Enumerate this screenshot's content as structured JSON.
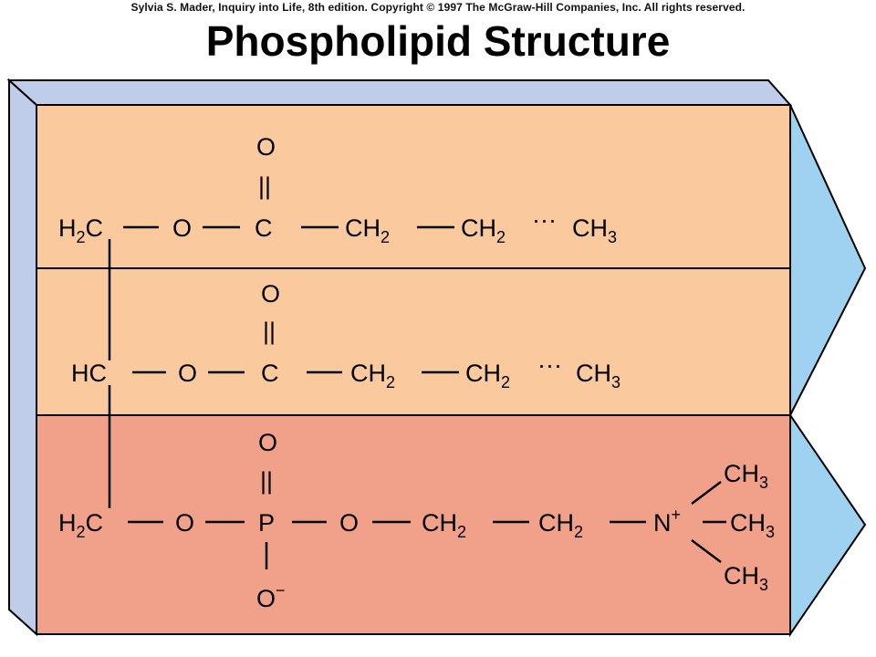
{
  "header": {
    "credit": "Sylvia S. Mader, Inquiry into Life, 8th edition. Copyright © 1997 The McGraw-Hill Companies, Inc. All rights reserved.",
    "title": "Phospholipid Structure"
  },
  "colors": {
    "fatty_acid_band": "#fac99e",
    "phosphate_band": "#f1a189",
    "block_side": "#bfcdeb",
    "arrow_face": "#9fd2f0"
  },
  "row1": {
    "backbone": {
      "main": "H",
      "sub": "2",
      "tail": "C"
    },
    "ester_o": "O",
    "carbonyl_c": "C",
    "carbonyl_o": "O",
    "double_bond": "||",
    "ch2_a": {
      "main": "CH",
      "sub": "2"
    },
    "ch2_b": {
      "main": "CH",
      "sub": "2"
    },
    "ellipsis": "···",
    "ch3": {
      "main": "CH",
      "sub": "3"
    }
  },
  "row2": {
    "backbone": "HC",
    "ester_o": "O",
    "carbonyl_c": "C",
    "carbonyl_o": "O",
    "double_bond": "||",
    "ch2_a": {
      "main": "CH",
      "sub": "2"
    },
    "ch2_b": {
      "main": "CH",
      "sub": "2"
    },
    "ellipsis": "···",
    "ch3": {
      "main": "CH",
      "sub": "3"
    }
  },
  "row3": {
    "backbone": {
      "main": "H",
      "sub": "2",
      "tail": "C"
    },
    "ester_o": "O",
    "phosphorus": "P",
    "phosphoryl_o": "O",
    "double_bond": "||",
    "phosphate_o_minus": {
      "main": "O",
      "sup": "−"
    },
    "link_o": "O",
    "ch2_a": {
      "main": "CH",
      "sub": "2"
    },
    "ch2_b": {
      "main": "CH",
      "sub": "2"
    },
    "nitrogen": {
      "main": "N",
      "sup": "+"
    },
    "ch3_top": {
      "main": "CH",
      "sub": "3"
    },
    "ch3_mid": {
      "main": "CH",
      "sub": "3"
    },
    "ch3_bottom": {
      "main": "CH",
      "sub": "3"
    }
  }
}
